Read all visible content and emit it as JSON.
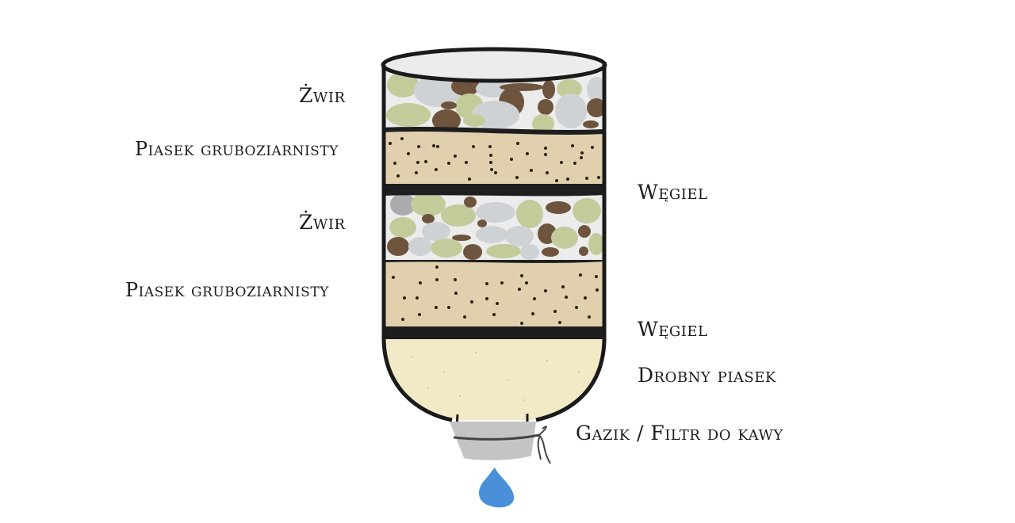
{
  "diagram": {
    "title": "",
    "labels": {
      "zwir_top": "Żwir",
      "piasek_top": "Piasek gruboziarnisty",
      "wegiel_top": "Węgiel",
      "zwir_mid": "Żwir",
      "piasek_mid": "Piasek gruboziarnisty",
      "wegiel_bottom": "Węgiel",
      "drobny_piasek": "Drobny piasek",
      "gazik": "Gazik / Filtr do kawy"
    },
    "colors": {
      "outline": "#1a1a1a",
      "gravel_bg": "#ececec",
      "gravel_green": "#c3cb9b",
      "gravel_grey": "#cfd2d4",
      "gravel_brown": "#6e543d",
      "coarse_sand": "#e1d0ad",
      "fine_sand": "#f2eac7",
      "charcoal": "#1e1e1e",
      "gauze": "#c4c4c4",
      "water_drop": "#4a90d9"
    }
  }
}
